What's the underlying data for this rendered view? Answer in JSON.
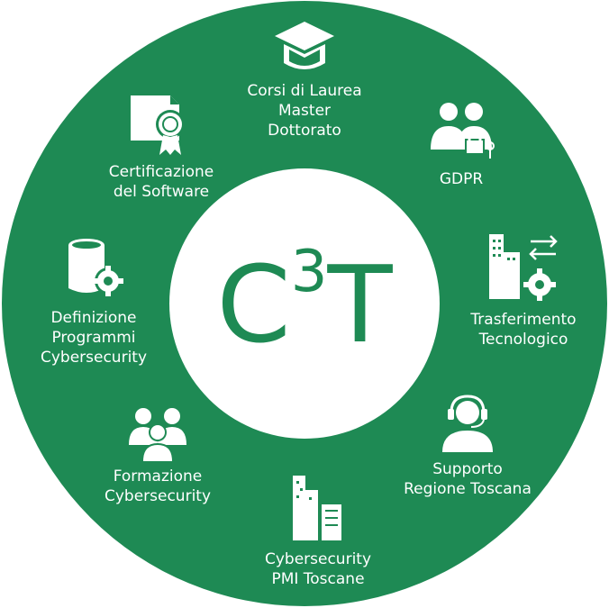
{
  "colors": {
    "ring": "#1e8a54",
    "center": "#ffffff",
    "text": "#ffffff",
    "logo": "#1e8a54"
  },
  "logo": {
    "letter_c": "C",
    "superscript": "3",
    "letter_t": "T"
  },
  "items": [
    {
      "id": "corsi",
      "icon": "graduation-cap-icon",
      "lines": [
        "Corsi di Laurea",
        "Master",
        "Dottorato"
      ]
    },
    {
      "id": "gdpr",
      "icon": "users-lock-icon",
      "lines": [
        "GDPR"
      ]
    },
    {
      "id": "trasferimento",
      "icon": "buildings-gear-icon",
      "lines": [
        "Trasferimento",
        "Tecnologico"
      ]
    },
    {
      "id": "supporto",
      "icon": "headset-user-icon",
      "lines": [
        "Supporto",
        "Regione Toscana"
      ]
    },
    {
      "id": "pmi",
      "icon": "building-server-icon",
      "lines": [
        "Cybersecurity",
        "PMI Toscane"
      ]
    },
    {
      "id": "formazione",
      "icon": "group-users-icon",
      "lines": [
        "Formazione",
        "Cybersecurity"
      ]
    },
    {
      "id": "definizione",
      "icon": "database-gear-icon",
      "lines": [
        "Definizione",
        "Programmi",
        "Cybersecurity"
      ]
    },
    {
      "id": "certificazione",
      "icon": "certificate-icon",
      "lines": [
        "Certificazione",
        "del Software"
      ]
    }
  ]
}
